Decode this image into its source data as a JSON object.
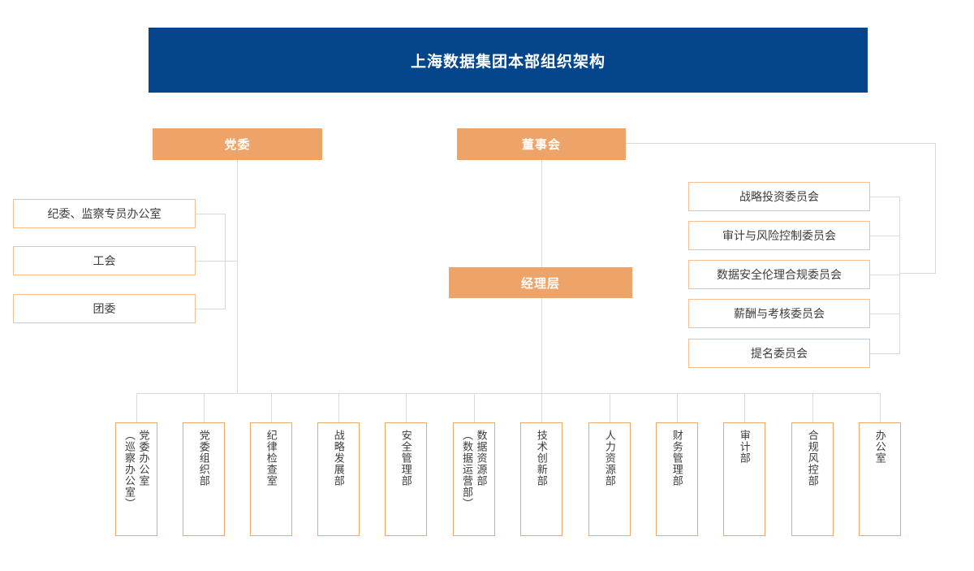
{
  "header": {
    "title": "上海数据集团本部组织架构",
    "banner_color": "#04458c",
    "text_color": "#ffffff"
  },
  "theme": {
    "accent_orange": "#eea368",
    "outline_orange": "#f3bf92",
    "connector_gray": "#d9d9d9",
    "text_dark": "#3c3c3c"
  },
  "top_nodes": {
    "party_committee": "党委",
    "board_of_directors": "董事会",
    "management_layer": "经理层"
  },
  "party_side_units": [
    {
      "label": "纪委、监察专员办公室"
    },
    {
      "label": "工会"
    },
    {
      "label": "团委"
    }
  ],
  "board_committees": [
    {
      "label": "战略投资委员会"
    },
    {
      "label": "审计与风险控制委员会"
    },
    {
      "label": "数据安全伦理合规委员会"
    },
    {
      "label": "薪酬与考核委员会"
    },
    {
      "label": "提名委员会"
    }
  ],
  "party_departments": [
    {
      "main": "党委办公室",
      "sub": "（巡察办公室）"
    },
    {
      "main": "党委组织部",
      "sub": ""
    },
    {
      "main": "纪律检查室",
      "sub": ""
    }
  ],
  "management_departments": [
    {
      "main": "战略发展部",
      "sub": ""
    },
    {
      "main": "安全管理部",
      "sub": ""
    },
    {
      "main": "数据资源部",
      "sub": "（数据运营部）"
    },
    {
      "main": "技术创新部",
      "sub": ""
    },
    {
      "main": "人力资源部",
      "sub": ""
    },
    {
      "main": "财务管理部",
      "sub": ""
    },
    {
      "main": "审计部",
      "sub": ""
    },
    {
      "main": "合规风控部",
      "sub": ""
    },
    {
      "main": "办公室",
      "sub": ""
    }
  ]
}
